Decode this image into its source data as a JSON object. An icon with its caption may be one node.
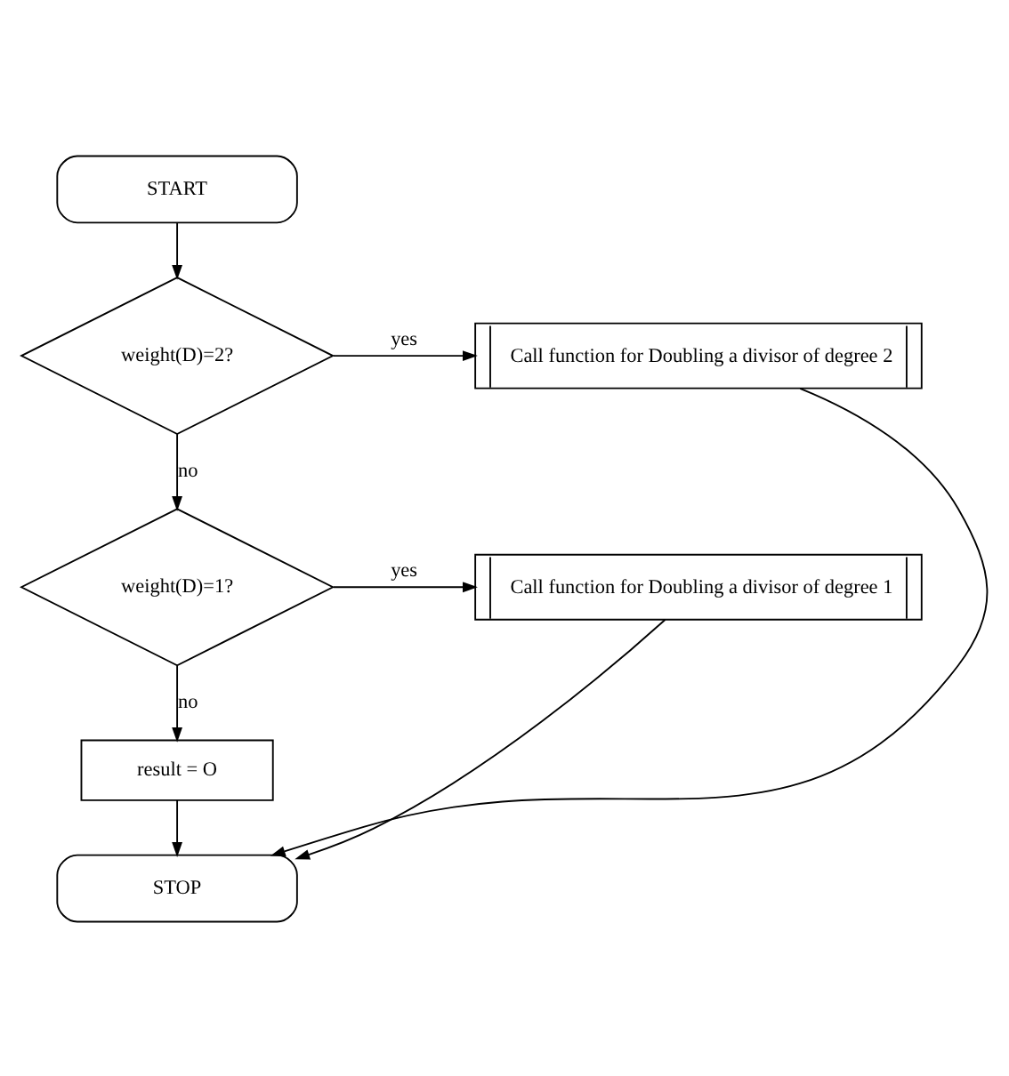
{
  "diagram": {
    "nodes": [
      {
        "text": [
          "START"
        ]
      },
      {
        "text": [
          "weight(D)=2?"
        ]
      },
      {
        "text": [
          "Call function for Doubling a divisor of degree 2"
        ]
      },
      {
        "text": [
          "weight(D)=1?"
        ]
      },
      {
        "text": [
          "Call function for Doubling a divisor of degree 1"
        ]
      },
      {
        "text": [
          "result = O"
        ]
      },
      {
        "text": [
          "STOP"
        ]
      }
    ],
    "edges": [
      {
        "from": 0,
        "to": 1,
        "arrow": "to"
      },
      {
        "from": 1,
        "to": 2,
        "arrow": "to",
        "label": "yes"
      },
      {
        "from": 1,
        "to": 3,
        "arrow": "to",
        "label": "no"
      },
      {
        "from": 3,
        "to": 4,
        "arrow": "to",
        "label": "yes"
      },
      {
        "from": 3,
        "to": 5,
        "arrow": "to",
        "label": "no"
      },
      {
        "from": 5,
        "to": 6,
        "arrow": "to"
      },
      {
        "from": 2,
        "to": 6,
        "arrow": "to"
      },
      {
        "from": 4,
        "to": 6,
        "arrow": "to"
      }
    ]
  }
}
